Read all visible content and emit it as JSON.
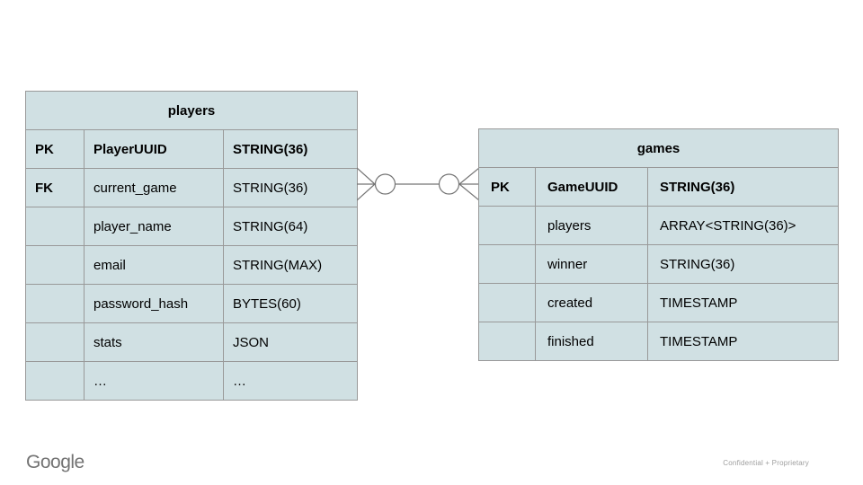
{
  "colors": {
    "background": "#ffffff",
    "cell_fill": "#d0e0e3",
    "cell_border": "#999999",
    "connector_line": "#757575",
    "table_text": "#000000",
    "logo_gray": "#737373",
    "note_gray": "#9e9e9e"
  },
  "diagram": {
    "players_table": {
      "title": "players",
      "rows": [
        {
          "key": "PK",
          "name": "PlayerUUID",
          "type": "STRING(36)"
        },
        {
          "key": "FK",
          "name": "current_game",
          "type": "STRING(36)"
        },
        {
          "key": "",
          "name": "player_name",
          "type": "STRING(64)"
        },
        {
          "key": "",
          "name": "email",
          "type": "STRING(MAX)"
        },
        {
          "key": "",
          "name": "password_hash",
          "type": "BYTES(60)"
        },
        {
          "key": "",
          "name": "stats",
          "type": "JSON"
        },
        {
          "key": "",
          "name": "…",
          "type": "…"
        }
      ]
    },
    "games_table": {
      "title": "games",
      "rows": [
        {
          "key": "PK",
          "name": "GameUUID",
          "type": "STRING(36)"
        },
        {
          "key": "",
          "name": "players",
          "type": "ARRAY<STRING(36)>"
        },
        {
          "key": "",
          "name": "winner",
          "type": "STRING(36)"
        },
        {
          "key": "",
          "name": "created",
          "type": "TIMESTAMP"
        },
        {
          "key": "",
          "name": "finished",
          "type": "TIMESTAMP"
        }
      ]
    },
    "relationship": {
      "left_end_symbol": "zero-or-many-crow-foot",
      "right_end_symbol": "zero-or-many-crow-foot"
    }
  },
  "footer": {
    "logo": "Google",
    "note": "Confidential + Proprietary"
  }
}
